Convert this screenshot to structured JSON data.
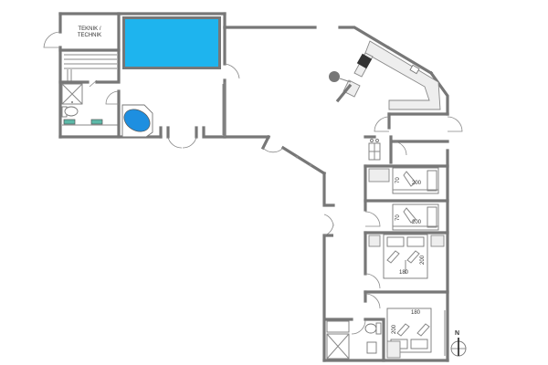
{
  "diagram": {
    "type": "floor_plan",
    "colors": {
      "wall": "#8a8a8a",
      "wall_outline": "#666666",
      "pool": "#1eb4ee",
      "counter": "#eeeeee",
      "stove": "#444444"
    },
    "rooms": {
      "technik": {
        "label_line1": "TEKNIK /",
        "label_line2": "TECHNIK"
      }
    },
    "beds": [
      {
        "name": "bedroom-1-bed",
        "length": "200",
        "width": "70"
      },
      {
        "name": "bedroom-2-bed",
        "length": "200",
        "width": "70"
      },
      {
        "name": "bedroom-3-bed",
        "width": "180",
        "length": "200"
      },
      {
        "name": "bedroom-4-bed",
        "width": "180",
        "length": "200"
      }
    ],
    "compass": {
      "label": "N"
    }
  }
}
